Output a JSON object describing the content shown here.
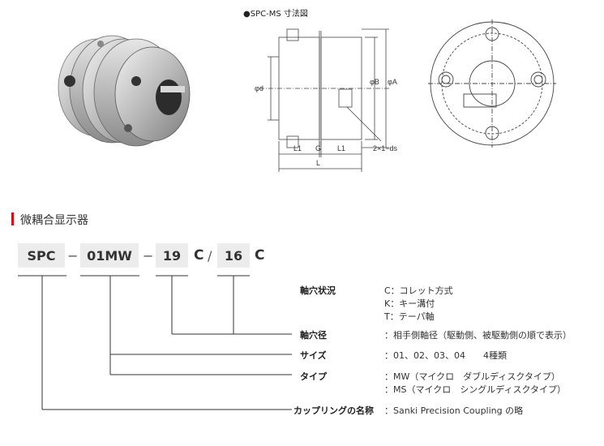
{
  "drawing": {
    "caption": "●SPC-MS 寸法図",
    "dim_d": "φd",
    "dim_B": "φB",
    "dim_A": "φA",
    "dim_L1_left": "L1",
    "dim_G": "G",
    "dim_L1_right": "L1",
    "dim_L": "L",
    "screw_note": "2×1−ds"
  },
  "section": {
    "title": "微耦合显示器"
  },
  "code": {
    "seg1": "SPC",
    "sep1": "−",
    "seg2": "01MW",
    "sep2": "−",
    "seg3": "19",
    "letter1": "C",
    "slash": "/",
    "seg4": "16",
    "letter2": "C"
  },
  "legend": {
    "bore": {
      "label": "軸穴状況",
      "values": [
        "C：コレット方式",
        "K：キー溝付",
        "T：テーパ軸"
      ]
    },
    "bore_dia": {
      "label": "軸穴径",
      "value": "：相手側軸径（駆動側、被駆動側の順で表示）"
    },
    "size": {
      "label": "サイズ",
      "value": "：01、02、03、04　　4種類"
    },
    "type": {
      "label": "タイプ",
      "values": [
        "：MW（マイクロ　ダブルディスクタイプ）",
        "：MS（マイクロ　シングルディスクタイプ）"
      ]
    },
    "name": {
      "label": "カップリングの名称",
      "value": "：Sanki Precision Coupling の略"
    }
  },
  "colors": {
    "accent": "#c8151b",
    "box": "#ececec"
  }
}
